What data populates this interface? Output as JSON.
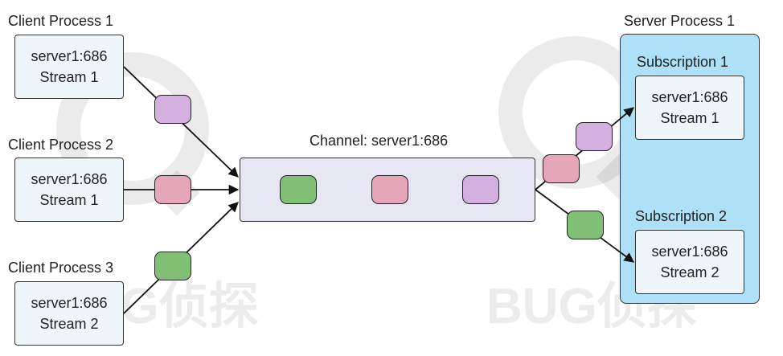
{
  "colors": {
    "green": "#80bf74",
    "pink": "#e4a6b8",
    "purple": "#d3b0e0"
  },
  "clients": [
    {
      "title": "Client Process 1",
      "line1": "server1:686",
      "line2": "Stream 1"
    },
    {
      "title": "Client Process 2",
      "line1": "server1:686",
      "line2": "Stream 1"
    },
    {
      "title": "Client Process 3",
      "line1": "server1:686",
      "line2": "Stream 2"
    }
  ],
  "channel": {
    "label": "Channel: server1:686"
  },
  "server": {
    "title": "Server Process 1",
    "subscriptions": [
      {
        "title": "Subscription 1",
        "line1": "server1:686",
        "line2": "Stream 1"
      },
      {
        "title": "Subscription 2",
        "line1": "server1:686",
        "line2": "Stream 2"
      }
    ]
  },
  "watermark": {
    "text": "BUG侦探"
  }
}
